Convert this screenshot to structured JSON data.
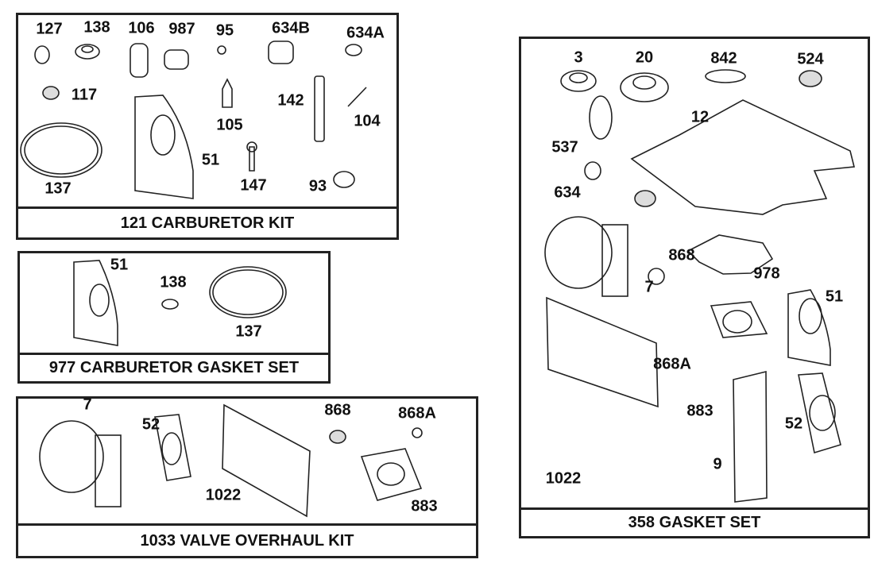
{
  "kits": [
    {
      "title": "121 CARBURETOR KIT",
      "parts": [
        "127",
        "138",
        "106",
        "987",
        "95",
        "634B",
        "634A",
        "117",
        "142",
        "104",
        "105",
        "51",
        "137",
        "147",
        "93"
      ]
    },
    {
      "title": "977 CARBURETOR GASKET SET",
      "parts": [
        "51",
        "138",
        "137"
      ]
    },
    {
      "title": "1033 VALVE OVERHAUL KIT",
      "parts": [
        "7",
        "52",
        "868",
        "868A",
        "1022",
        "883"
      ]
    },
    {
      "title": "358 GASKET SET",
      "parts": [
        "3",
        "20",
        "842",
        "524",
        "12",
        "537",
        "634",
        "868",
        "978",
        "7",
        "51",
        "868A",
        "883",
        "52",
        "9",
        "1022"
      ]
    }
  ]
}
